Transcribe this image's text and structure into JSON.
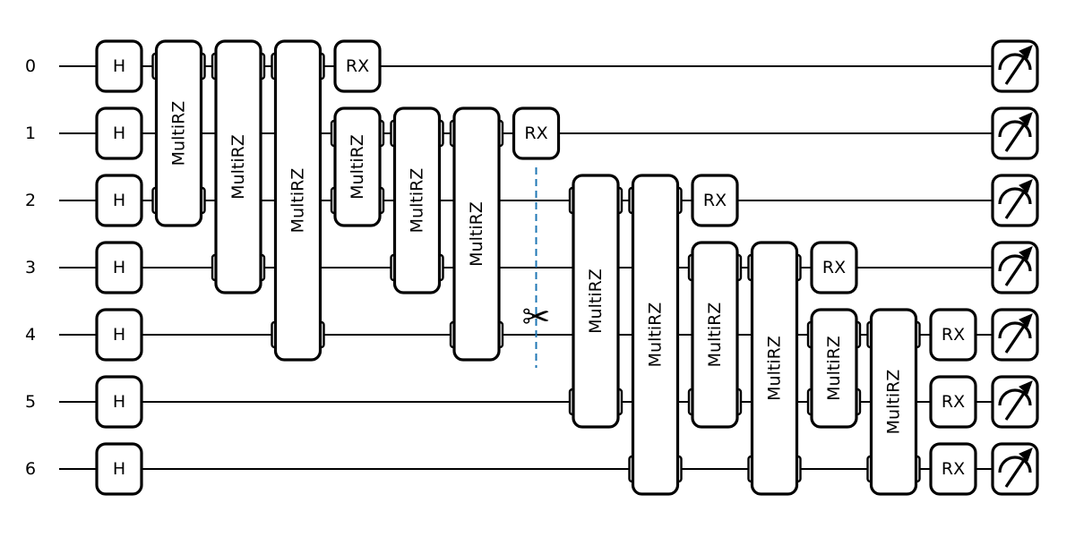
{
  "wires": [
    "0",
    "1",
    "2",
    "3",
    "4",
    "5",
    "6"
  ],
  "labels": {
    "hadamard": "H",
    "multirz": "MultiRZ",
    "rx": "RX",
    "scissors": "✂"
  },
  "operations": [
    {
      "name": "H",
      "column": 0,
      "wires": [
        0
      ]
    },
    {
      "name": "H",
      "column": 0,
      "wires": [
        1
      ]
    },
    {
      "name": "H",
      "column": 0,
      "wires": [
        2
      ]
    },
    {
      "name": "H",
      "column": 0,
      "wires": [
        3
      ]
    },
    {
      "name": "H",
      "column": 0,
      "wires": [
        4
      ]
    },
    {
      "name": "H",
      "column": 0,
      "wires": [
        5
      ]
    },
    {
      "name": "H",
      "column": 0,
      "wires": [
        6
      ]
    },
    {
      "name": "MultiRZ",
      "column": 1,
      "wires": [
        0,
        2
      ]
    },
    {
      "name": "MultiRZ",
      "column": 2,
      "wires": [
        0,
        3
      ]
    },
    {
      "name": "MultiRZ",
      "column": 3,
      "wires": [
        0,
        4
      ]
    },
    {
      "name": "RX",
      "column": 4,
      "wires": [
        0
      ]
    },
    {
      "name": "MultiRZ",
      "column": 4,
      "wires": [
        1,
        2
      ]
    },
    {
      "name": "MultiRZ",
      "column": 5,
      "wires": [
        1,
        3
      ]
    },
    {
      "name": "MultiRZ",
      "column": 6,
      "wires": [
        1,
        4
      ]
    },
    {
      "name": "RX",
      "column": 7,
      "wires": [
        1
      ]
    },
    {
      "name": "MultiRZ",
      "column": 8,
      "wires": [
        2,
        5
      ]
    },
    {
      "name": "MultiRZ",
      "column": 9,
      "wires": [
        2,
        6
      ]
    },
    {
      "name": "RX",
      "column": 10,
      "wires": [
        2
      ]
    },
    {
      "name": "MultiRZ",
      "column": 10,
      "wires": [
        3,
        5
      ]
    },
    {
      "name": "MultiRZ",
      "column": 11,
      "wires": [
        3,
        6
      ]
    },
    {
      "name": "RX",
      "column": 12,
      "wires": [
        3
      ]
    },
    {
      "name": "MultiRZ",
      "column": 12,
      "wires": [
        4,
        5
      ]
    },
    {
      "name": "MultiRZ",
      "column": 13,
      "wires": [
        4,
        6
      ]
    },
    {
      "name": "RX",
      "column": 14,
      "wires": [
        4
      ]
    },
    {
      "name": "RX",
      "column": 14,
      "wires": [
        5
      ]
    },
    {
      "name": "RX",
      "column": 14,
      "wires": [
        6
      ]
    }
  ],
  "wire_cut": {
    "after_column": 7,
    "wires": [
      2,
      4
    ]
  },
  "measurements": [
    0,
    1,
    2,
    3,
    4,
    5,
    6
  ]
}
